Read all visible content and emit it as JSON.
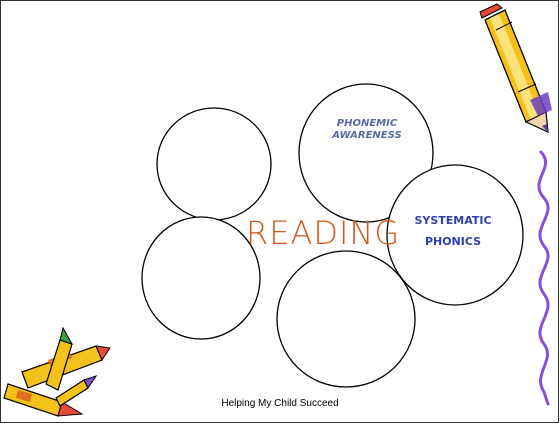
{
  "center_label": "READING",
  "bubbles": {
    "phonemic_line1": "PHONEMIC",
    "phonemic_line2": "AWARENESS",
    "phonics_line1": "SYSTEMATIC",
    "phonics_line2": "PHONICS"
  },
  "footer": "Helping My Child Succeed",
  "colors": {
    "reading": "#d2581a",
    "phonemic": "#5a6aa8",
    "phonics": "#2f3fb0",
    "squiggle": "#8a4fd8",
    "pencil_yellow": "#f4c21a",
    "outline": "#000000"
  },
  "decorations": [
    "pencil-top-right-icon",
    "squiggle-line",
    "crayons-bottom-left-icon"
  ]
}
